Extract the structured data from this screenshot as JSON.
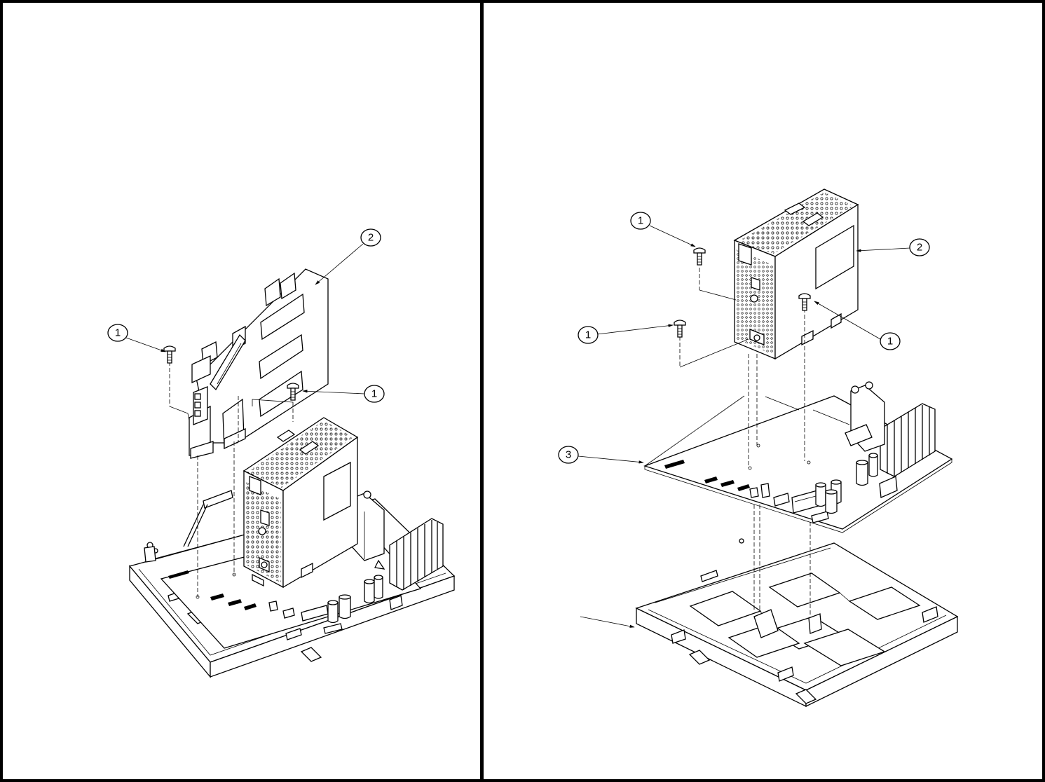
{
  "panels": [
    {
      "callouts": [
        {
          "id": "2",
          "label": "2"
        },
        {
          "id": "1a",
          "label": "1"
        },
        {
          "id": "1b",
          "label": "1"
        }
      ]
    },
    {
      "callouts": [
        {
          "id": "1a",
          "label": "1"
        },
        {
          "id": "2",
          "label": "2"
        },
        {
          "id": "1b",
          "label": "1"
        },
        {
          "id": "1c",
          "label": "1"
        },
        {
          "id": "3",
          "label": "3"
        }
      ]
    }
  ],
  "colors": {
    "line": "#000000",
    "background": "#ffffff"
  },
  "icons": [
    "vent-hole-pattern",
    "screw",
    "heatsink-fins",
    "capacitor"
  ]
}
